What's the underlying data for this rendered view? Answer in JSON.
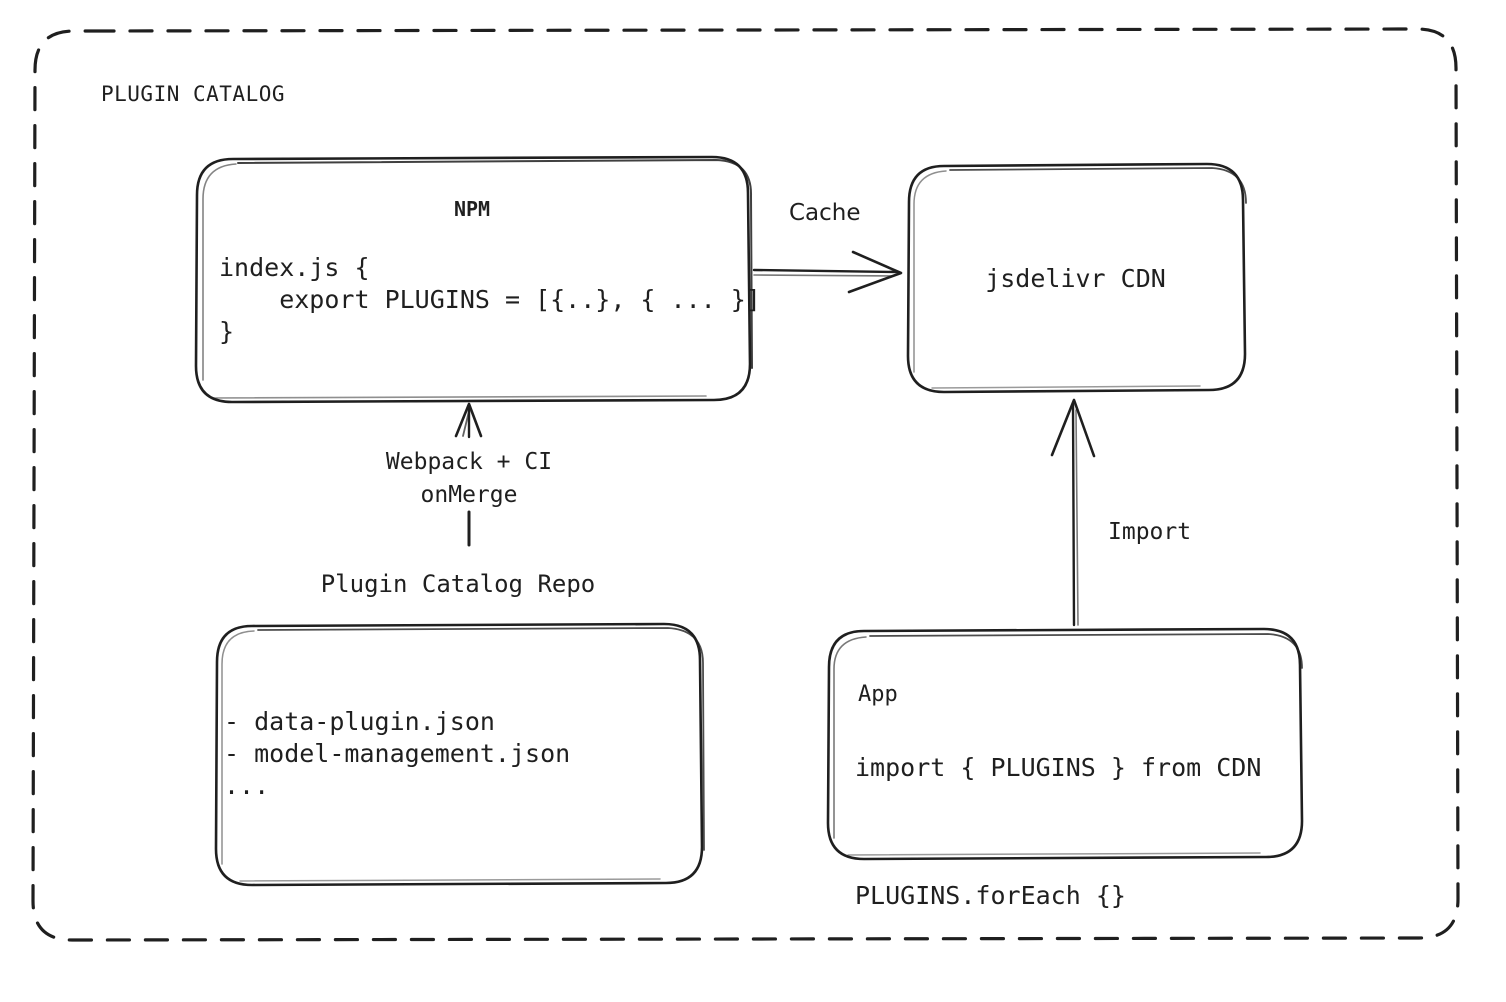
{
  "container": {
    "title": "PLUGIN CATALOG",
    "border_style": "dashed",
    "border_color": "#1f1f1f"
  },
  "nodes": {
    "npm": {
      "title": "NPM",
      "code": "index.js {\n    export PLUGINS = [{..}, { ... }]\n}"
    },
    "cdn": {
      "title": "jsdelivr CDN"
    },
    "repo": {
      "caption": "Plugin Catalog Repo",
      "items": "- data-plugin.json\n- model-management.json\n..."
    },
    "app": {
      "title": "App",
      "code": "import { PLUGINS } from CDN\n\nPLUGINS.forEach {}"
    }
  },
  "edges": {
    "npm_to_cdn": {
      "label": "Cache",
      "direction": "right"
    },
    "repo_to_npm": {
      "label": "Webpack + CI\nonMerge",
      "direction": "up"
    },
    "app_to_cdn": {
      "label": "Import",
      "direction": "up"
    }
  },
  "colors": {
    "stroke": "#1f1f1f",
    "background": "#ffffff",
    "text": "#1f1f1f"
  }
}
